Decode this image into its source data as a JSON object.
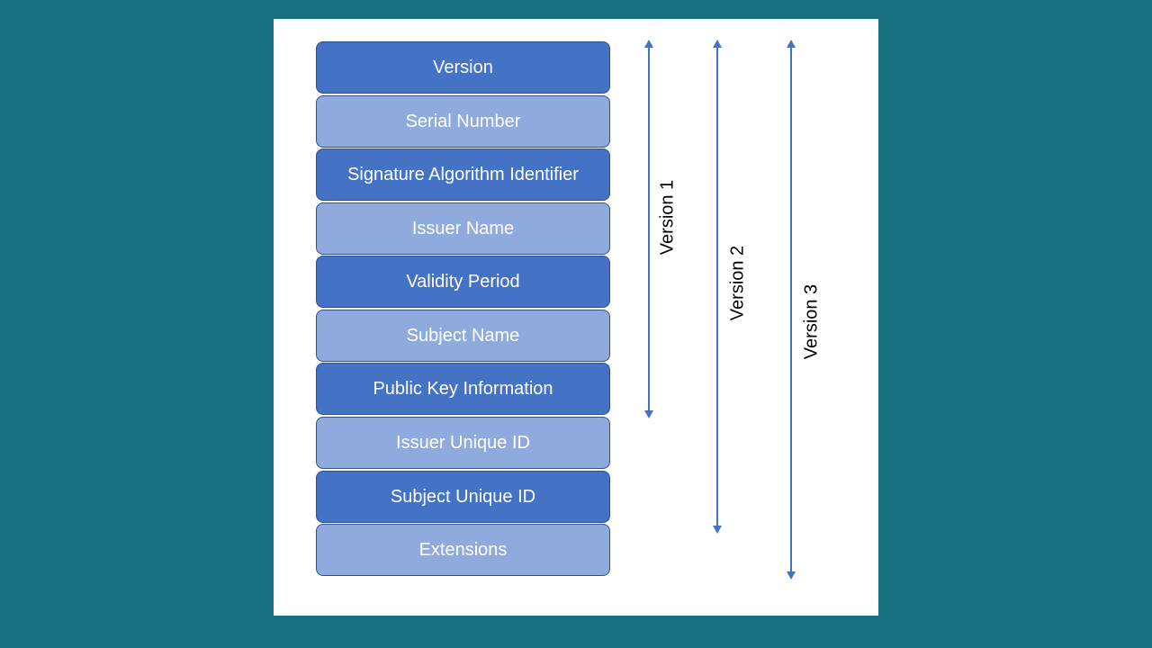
{
  "fields": [
    {
      "label": "Version",
      "shade": "dark"
    },
    {
      "label": "Serial Number",
      "shade": "light"
    },
    {
      "label": "Signature Algorithm Identifier",
      "shade": "dark"
    },
    {
      "label": "Issuer Name",
      "shade": "light"
    },
    {
      "label": "Validity Period",
      "shade": "dark"
    },
    {
      "label": "Subject Name",
      "shade": "light"
    },
    {
      "label": "Public Key Information",
      "shade": "dark"
    },
    {
      "label": "Issuer Unique ID",
      "shade": "light"
    },
    {
      "label": "Subject Unique ID",
      "shade": "dark"
    },
    {
      "label": "Extensions",
      "shade": "light"
    }
  ],
  "versions": [
    {
      "label": "Version 1",
      "spans_fields": 7
    },
    {
      "label": "Version 2",
      "spans_fields": 9
    },
    {
      "label": "Version 3",
      "spans_fields": 10
    }
  ],
  "colors": {
    "background": "#176f80",
    "dark_field": "#4472c4",
    "light_field": "#8faadc",
    "arrow": "#4472c4"
  }
}
